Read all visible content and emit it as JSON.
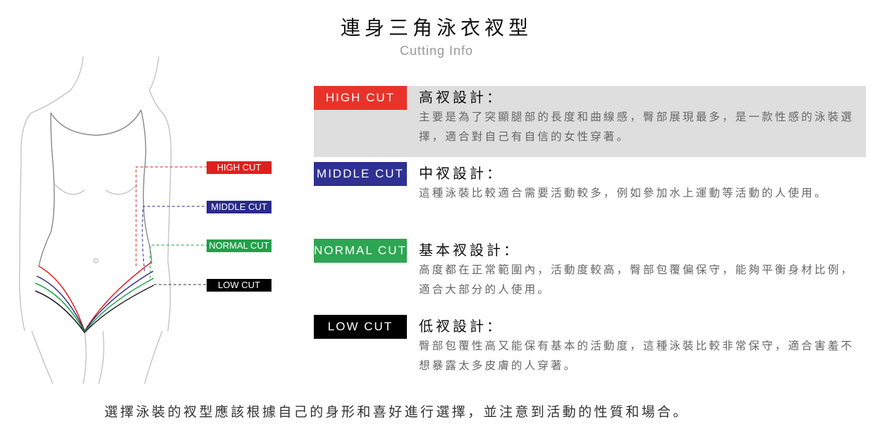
{
  "header": {
    "title": "連身三角泳衣衩型",
    "subtitle": "Cutting Info"
  },
  "figure": {
    "labels": [
      {
        "text": "HIGH CUT",
        "color": "#e02020"
      },
      {
        "text": "MIDDLE CUT",
        "color": "#2a2a8a"
      },
      {
        "text": "NORMAL CUT",
        "color": "#22a04a"
      },
      {
        "text": "LOW CUT",
        "color": "#000000"
      }
    ]
  },
  "cuts": [
    {
      "badge": "HIGH CUT",
      "color": "#e8332a",
      "title": "高衩設計：",
      "desc": "主要是為了突顯腿部的長度和曲線感，臀部展現最多，是一款性感的泳裝選擇，適合對自己有自信的女性穿著。"
    },
    {
      "badge": "MIDDLE CUT",
      "color": "#2e3192",
      "title": "中衩設計：",
      "desc": "這種泳裝比較適合需要活動較多，例如參加水上運動等活動的人使用。"
    },
    {
      "badge": "NORMAL CUT",
      "color": "#2ea553",
      "title": "基本衩設計：",
      "desc": "高度都在正常範圍內，活動度較高，臀部包覆偏保守，能夠平衡身材比例，適合大部分的人使用。"
    },
    {
      "badge": "LOW CUT",
      "color": "#000000",
      "title": "低衩設計：",
      "desc": "臀部包覆性高又能保有基本的活動度，這種泳裝比較非常保守，適合害羞不想暴露太多皮膚的人穿著。"
    }
  ],
  "footer": "選擇泳裝的衩型應該根據自己的身形和喜好進行選擇，並注意到活動的性質和場合。"
}
